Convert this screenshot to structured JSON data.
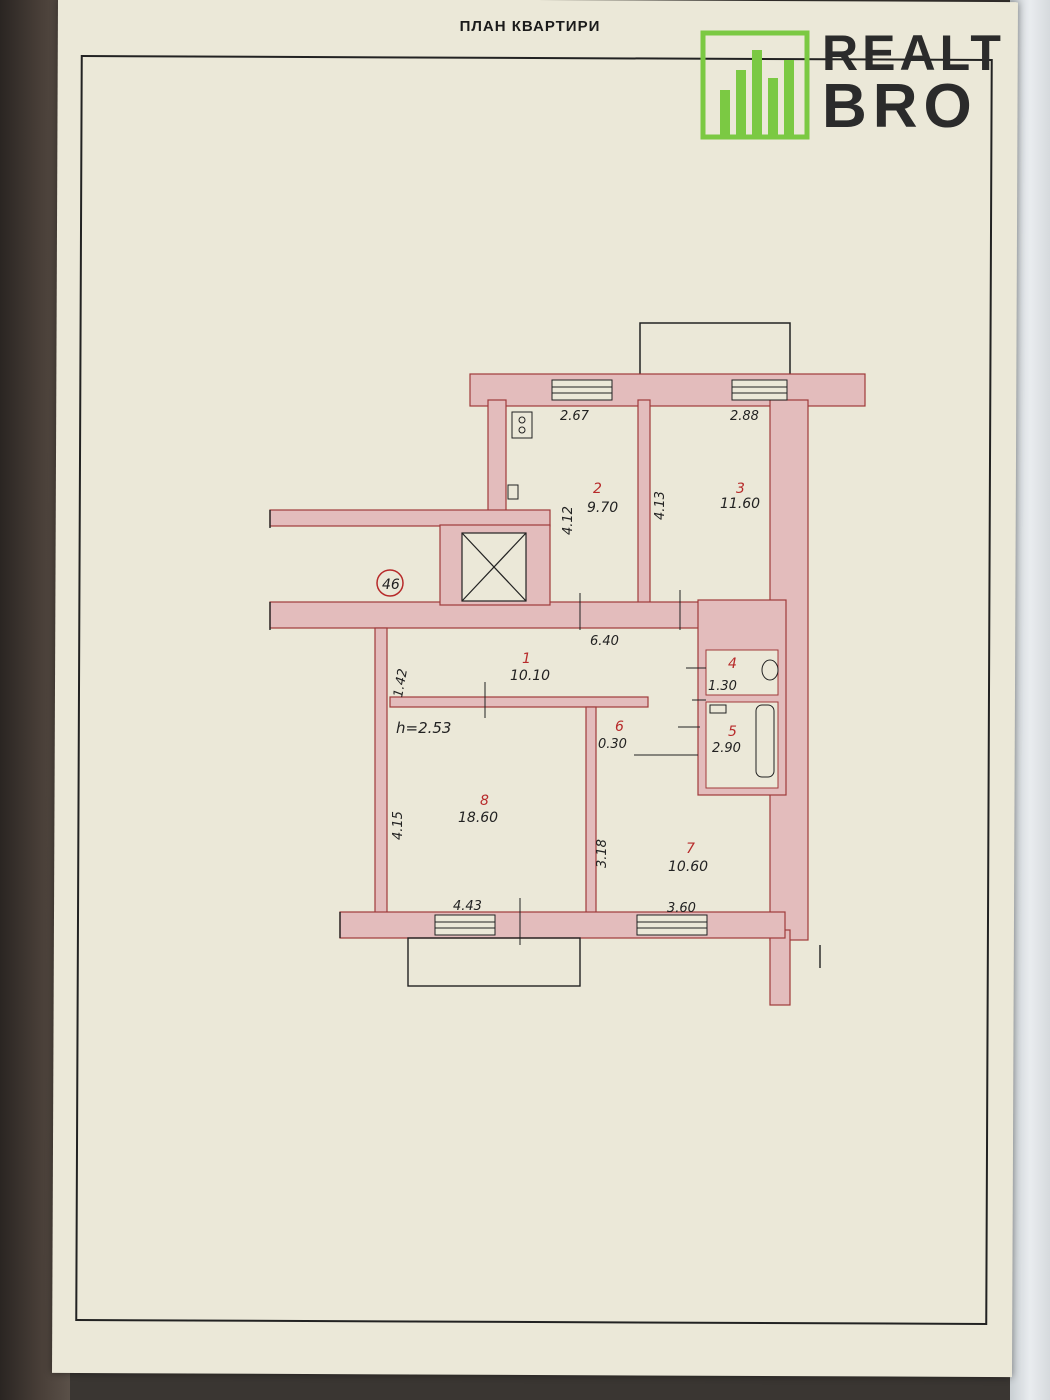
{
  "header": {
    "title": "ПЛАН КВАРТИРИ"
  },
  "logo": {
    "line1": "REALT",
    "line2": "BRO",
    "mark_color": "#7bc943",
    "text_color": "#2b2b2b"
  },
  "colors": {
    "wall_fill": "#e3bcbc",
    "wall_stroke": "#a03a3a",
    "paper": "#ebe8d8",
    "room_number": "#b72a2a"
  },
  "plan": {
    "stair_label": "46",
    "ceiling_height": "h=2.53",
    "rooms": [
      {
        "number": "1",
        "area": "10.10"
      },
      {
        "number": "2",
        "area": "9.70"
      },
      {
        "number": "3",
        "area": "11.60"
      },
      {
        "number": "4",
        "area": "1.30"
      },
      {
        "number": "5",
        "area": "2.90"
      },
      {
        "number": "6",
        "area": "0.30"
      },
      {
        "number": "7",
        "area": "10.60"
      },
      {
        "number": "8",
        "area": "18.60"
      }
    ],
    "dimensions": {
      "room2_width": "2.67",
      "room3_width": "2.88",
      "room2_depth": "4.12",
      "room3_depth": "4.13",
      "corridor_length": "6.40",
      "corridor_width": "1.42",
      "room8_depth": "4.15",
      "room7_depth": "3.18",
      "room8_width": "4.43",
      "room7_width": "3.60"
    }
  }
}
